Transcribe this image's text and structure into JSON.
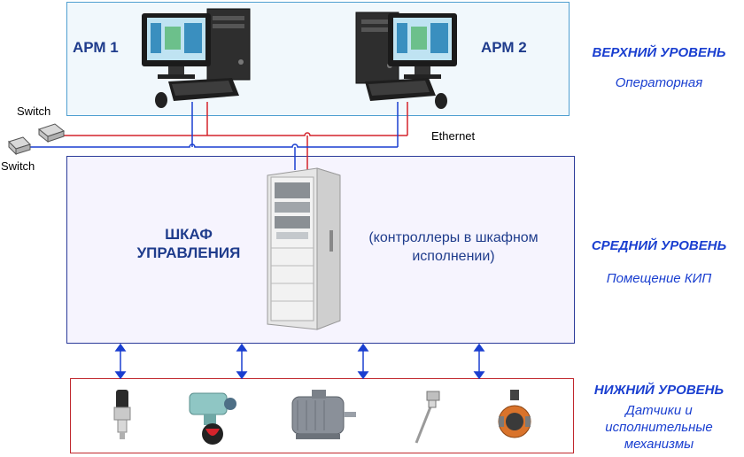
{
  "top": {
    "arm1_label": "АРМ 1",
    "arm2_label": "АРМ 2"
  },
  "middle": {
    "cabinet_title": [
      "ШКАФ",
      "УПРАВЛЕНИЯ"
    ],
    "cabinet_note": [
      "(контроллеры в шкафном",
      "исполнении)"
    ]
  },
  "network": {
    "switch_labels": [
      "Switch",
      "Switch"
    ],
    "ethernet_label": "Ethernet"
  },
  "levels": {
    "upper": {
      "title": "ВЕРХНИЙ УРОВЕНЬ",
      "subtitle": "Операторная"
    },
    "middle": {
      "title": "СРЕДНИЙ УРОВЕНЬ",
      "subtitle": "Помещение КИП"
    },
    "lower": {
      "title": "НИЖНИЙ УРОВЕНЬ",
      "subtitle_lines": [
        "Датчики и",
        "исполнительные",
        "механизмы"
      ]
    }
  },
  "devices": [
    "pressure-sensor",
    "actuator-valve",
    "electric-motor",
    "temperature-sensor",
    "butterfly-valve"
  ],
  "colors": {
    "network_blue": "#1a3fd0",
    "network_red": "#d4232b",
    "arrow_blue": "#1a3fd0"
  }
}
